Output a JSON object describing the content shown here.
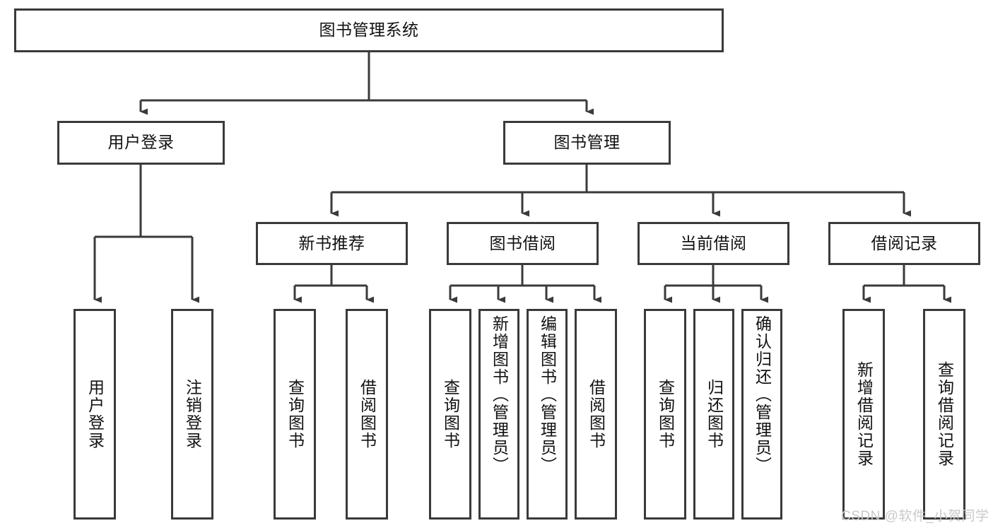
{
  "diagram": {
    "type": "tree-hierarchy",
    "title": "图书管理系统",
    "orientation": "top-down",
    "colors": {
      "box_border": "#3a3a3a",
      "box_fill": "#ffffff",
      "connector": "#3a3a3a",
      "text": "#111111",
      "watermark": "#c9c9c9",
      "background": "#ffffff"
    }
  },
  "nodes": {
    "root": {
      "label": "图书管理系统",
      "level": 0
    },
    "level1": [
      {
        "id": "user-login",
        "label": "用户登录"
      },
      {
        "id": "book-management",
        "label": "图书管理"
      }
    ],
    "level2": [
      {
        "id": "new-book-recommend",
        "label": "新书推荐"
      },
      {
        "id": "book-borrow",
        "label": "图书借阅"
      },
      {
        "id": "current-borrow",
        "label": "当前借阅"
      },
      {
        "id": "borrow-record",
        "label": "借阅记录"
      }
    ],
    "leaves": {
      "user-login": [
        {
          "id": "leaf-user-login",
          "label": "用户登录"
        },
        {
          "id": "leaf-logout-login",
          "label": "注销登录"
        }
      ],
      "new-book-recommend": [
        {
          "id": "leaf-query-book-1",
          "label": "查询图书"
        },
        {
          "id": "leaf-borrow-book-1",
          "label": "借阅图书"
        }
      ],
      "book-borrow": [
        {
          "id": "leaf-query-book-2",
          "label": "查询图书"
        },
        {
          "id": "leaf-add-book",
          "label": "新增图书（管理员）"
        },
        {
          "id": "leaf-edit-book",
          "label": "编辑图书（管理员）"
        },
        {
          "id": "leaf-borrow-book-2",
          "label": "借阅图书"
        }
      ],
      "current-borrow": [
        {
          "id": "leaf-query-book-3",
          "label": "查询图书"
        },
        {
          "id": "leaf-return-book",
          "label": "归还图书"
        },
        {
          "id": "leaf-confirm-return",
          "label": "确认归还（管理员）"
        }
      ],
      "borrow-record": [
        {
          "id": "leaf-add-record",
          "label": "新增借阅记录"
        },
        {
          "id": "leaf-query-record",
          "label": "查询借阅记录"
        }
      ]
    }
  },
  "watermark": {
    "text": "CSDN @软件_小贺同学"
  }
}
